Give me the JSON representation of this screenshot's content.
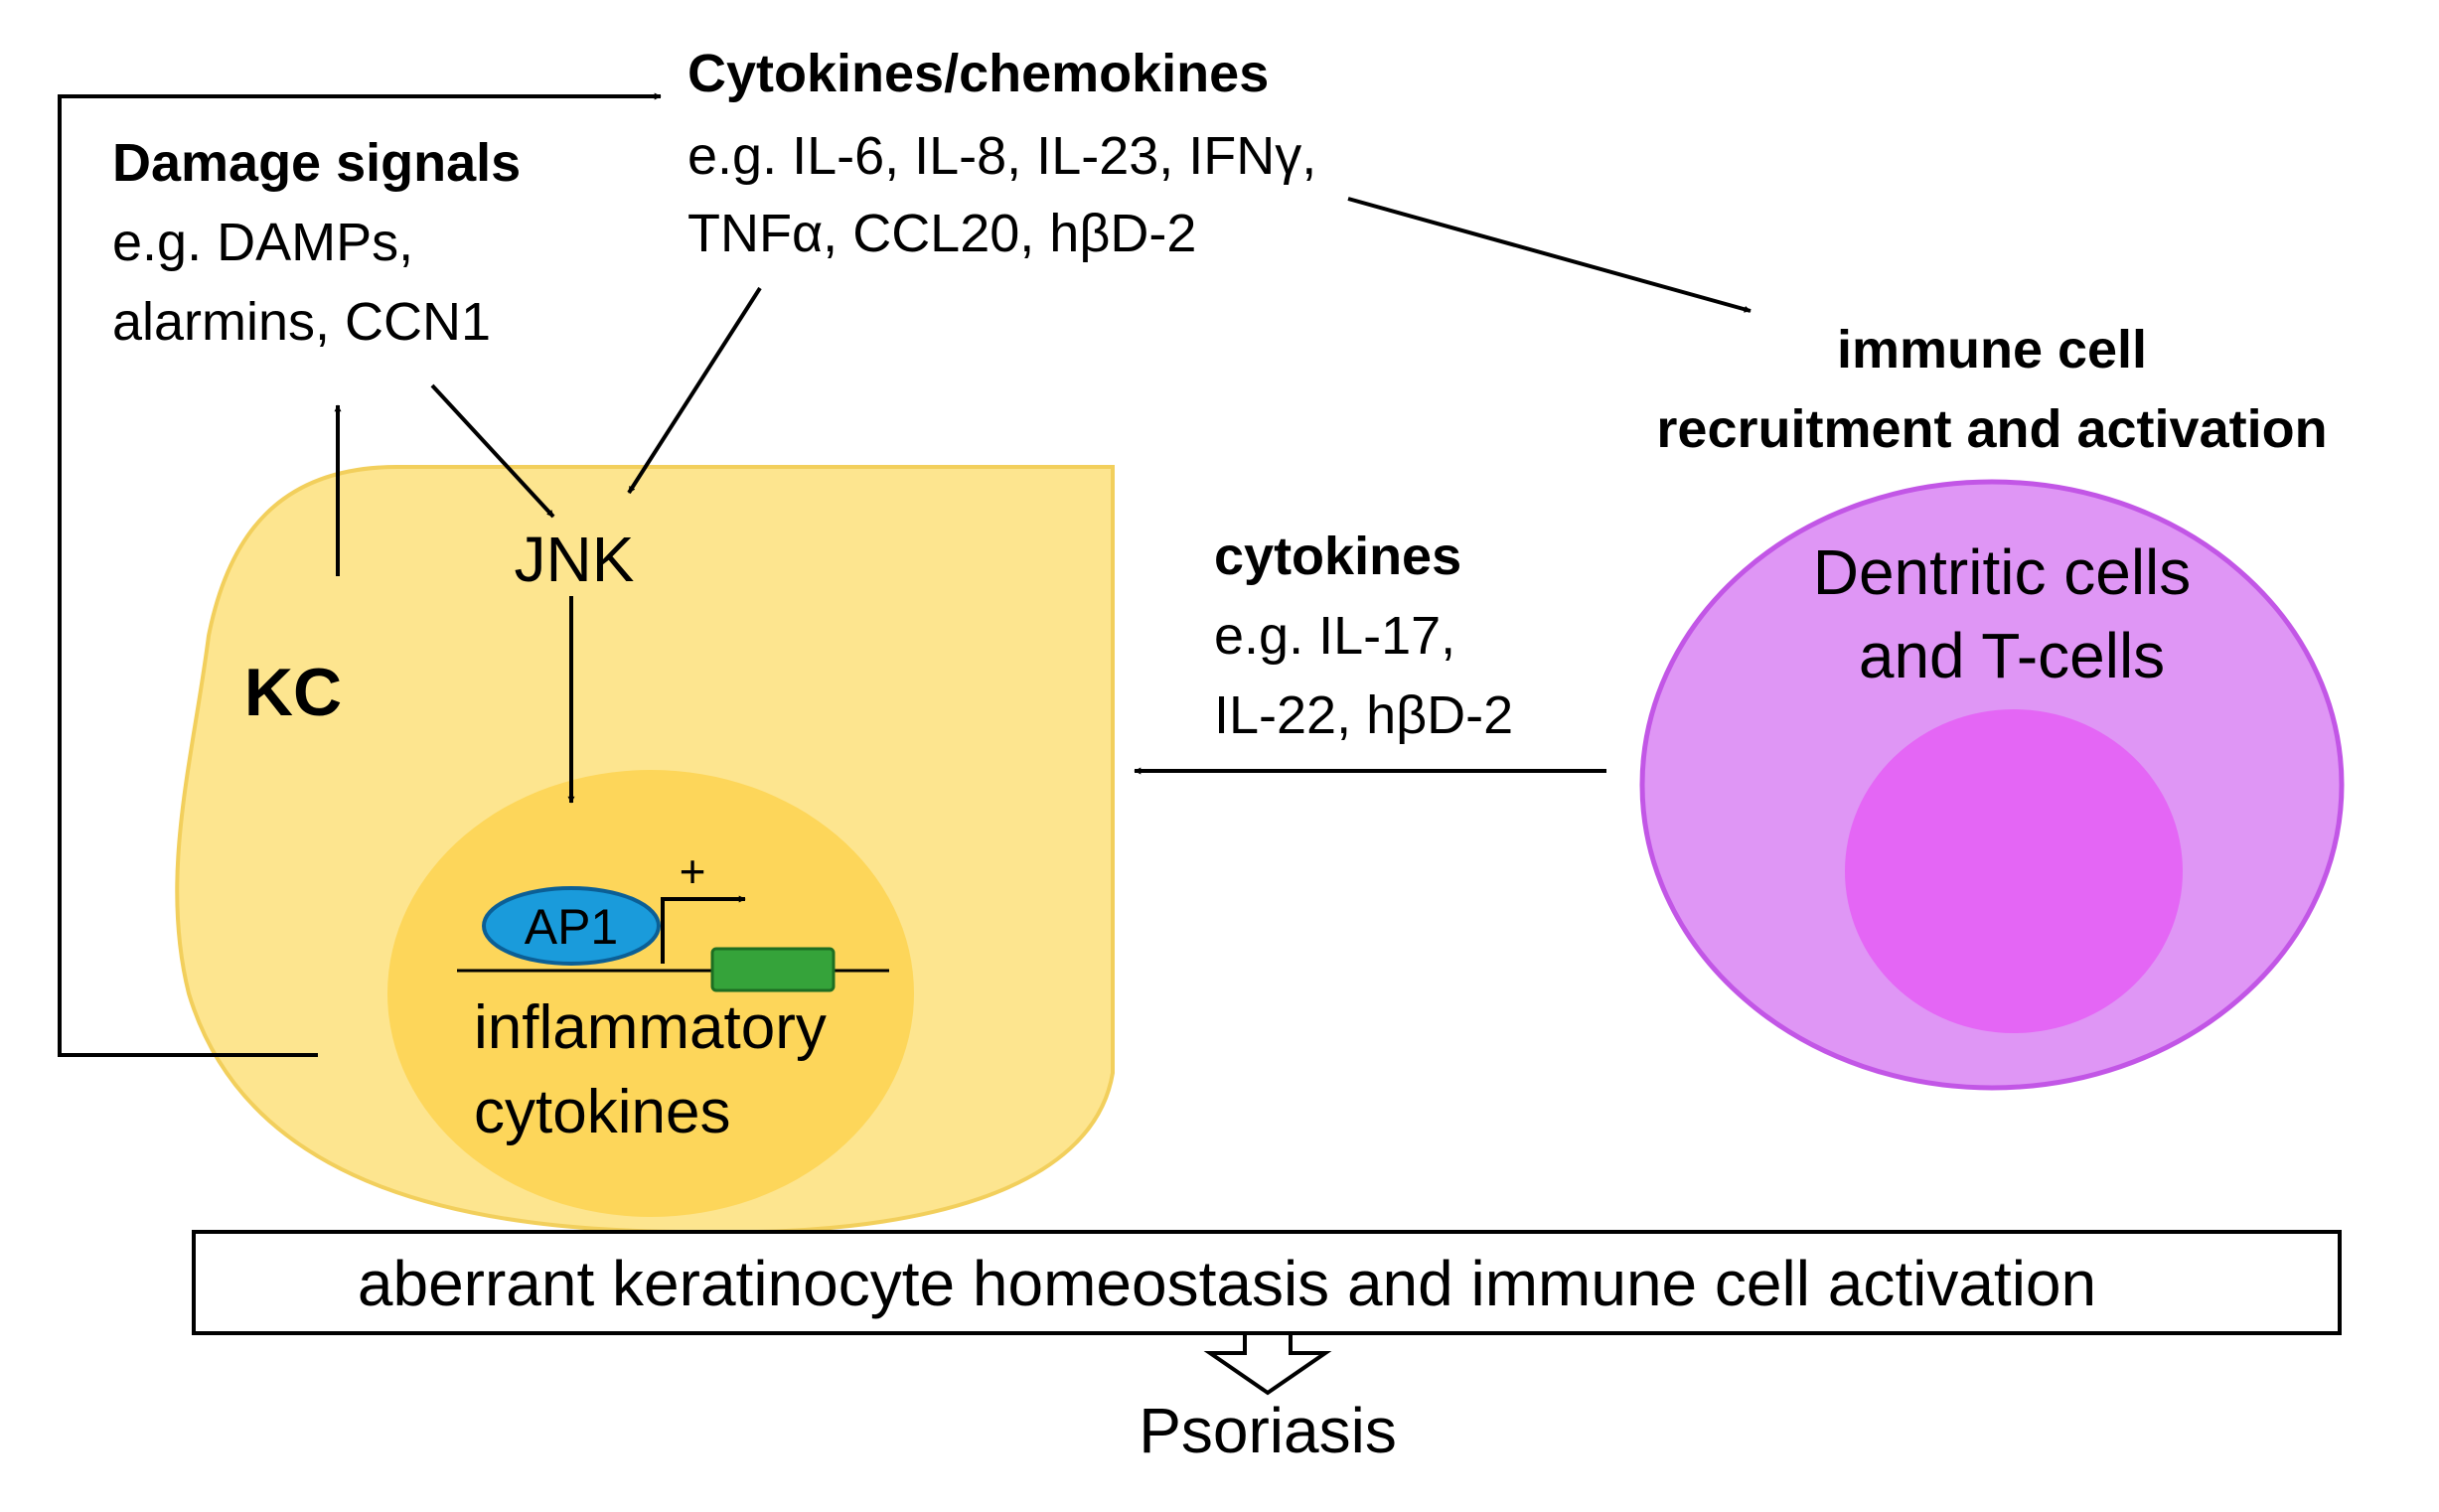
{
  "colors": {
    "kc_cell_fill": "#fde58f",
    "kc_cell_stroke": "#f2cf5c",
    "nucleus_fill": "#fdd65a",
    "ap1_fill": "#1a9bdb",
    "ap1_stroke": "#0b5f96",
    "gene_fill": "#35a33a",
    "gene_stroke": "#1d6e22",
    "immune_cell_fill": "#df96f5",
    "immune_cell_stroke": "#c256e6",
    "immune_nucleus_fill": "#e466f5",
    "line": "#000000"
  },
  "labels": {
    "cytokines_chemokines_title": "Cytokines/chemokines",
    "cytokines_chemokines_line1": "e.g. IL-6, IL-8, IL-23, IFNγ,",
    "cytokines_chemokines_line2": "TNFα, CCL20, hβD-2",
    "damage_title": "Damage signals",
    "damage_line1": "e.g. DAMPs,",
    "damage_line2": "alarmins, CCN1",
    "jnk": "JNK",
    "kc": "KC",
    "ap1": "AP1",
    "plus": "+",
    "inflammatory_line1": "inflammatory",
    "inflammatory_line2": "cytokines",
    "immune_recruit_line1": "immune cell",
    "immune_recruit_line2": "recruitment and activation",
    "cytokines_title": "cytokines",
    "cytokines_line1": "e.g. IL-17,",
    "cytokines_line2": "IL-22, hβD-2",
    "dendritic_line1": "Dentritic cells",
    "dendritic_line2": "and T-cells",
    "aberrant": "aberrant keratinocyte homeostasis and immune cell activation",
    "psoriasis": "Psoriasis"
  }
}
